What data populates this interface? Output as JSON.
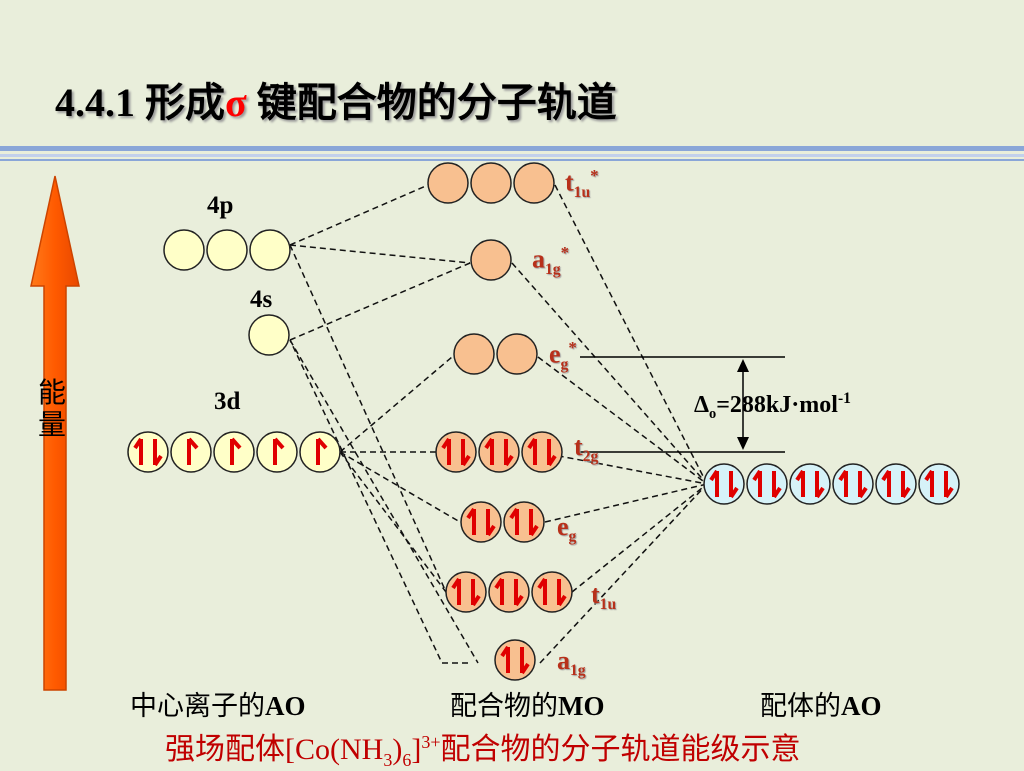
{
  "title": {
    "prefix": "4.4.1  形成",
    "sigma": "σ",
    "suffix": " 键配合物的分子轨道"
  },
  "energy_axis_label": "能量",
  "metal_ao": {
    "label_4p": "4p",
    "label_4s": "4s",
    "label_3d": "3d",
    "orbital_4p_count": 3,
    "orbital_4s_count": 1,
    "orbital_3d_count": 5,
    "electrons_3d": [
      2,
      1,
      1,
      1,
      1
    ]
  },
  "mo_levels": [
    {
      "key": "t1u_star",
      "base": "t",
      "sub": "1u",
      "star": "*",
      "orbitals": 3,
      "electrons": [
        0,
        0,
        0
      ]
    },
    {
      "key": "a1g_star",
      "base": "a",
      "sub": "1g",
      "star": "*",
      "orbitals": 1,
      "electrons": [
        0
      ]
    },
    {
      "key": "eg_star",
      "base": "e",
      "sub": "g",
      "star": "*",
      "orbitals": 2,
      "electrons": [
        0,
        0
      ]
    },
    {
      "key": "t2g",
      "base": "t",
      "sub": "2g",
      "star": "",
      "orbitals": 3,
      "electrons": [
        2,
        2,
        2
      ]
    },
    {
      "key": "eg",
      "base": "e",
      "sub": "g",
      "star": "",
      "orbitals": 2,
      "electrons": [
        2,
        2
      ]
    },
    {
      "key": "t1u",
      "base": "t",
      "sub": "1u",
      "star": "",
      "orbitals": 3,
      "electrons": [
        2,
        2,
        2
      ]
    },
    {
      "key": "a1g",
      "base": "a",
      "sub": "1g",
      "star": "",
      "orbitals": 1,
      "electrons": [
        2
      ]
    }
  ],
  "ligand_ao": {
    "orbitals": 6,
    "electrons": [
      2,
      2,
      2,
      2,
      2,
      2
    ]
  },
  "splitting": {
    "delta": "Δ",
    "sub": "o",
    "value": "=288kJ·mol",
    "sup": "-1"
  },
  "captions": {
    "center_prefix": "中心离子的",
    "center_bold": "AO",
    "mo_prefix": "配合物的",
    "mo_bold": "MO",
    "ligand_prefix": "配体的",
    "ligand_bold": "AO"
  },
  "bottom_caption": {
    "part1": "强场配体[Co(NH",
    "sub1": "3",
    "part2": ")",
    "sub2": "6",
    "part3": "]",
    "sup": "3+",
    "part4": "配合物的分子轨道能级示意"
  },
  "colors": {
    "background": "#e9eedb",
    "metal_orbital": "#ffffc8",
    "mo_orbital": "#f8c090",
    "ligand_orbital": "#d6f2f8",
    "electron_arrow": "#e00000",
    "energy_arrow": "#ff6600",
    "accent": "#c00000"
  }
}
